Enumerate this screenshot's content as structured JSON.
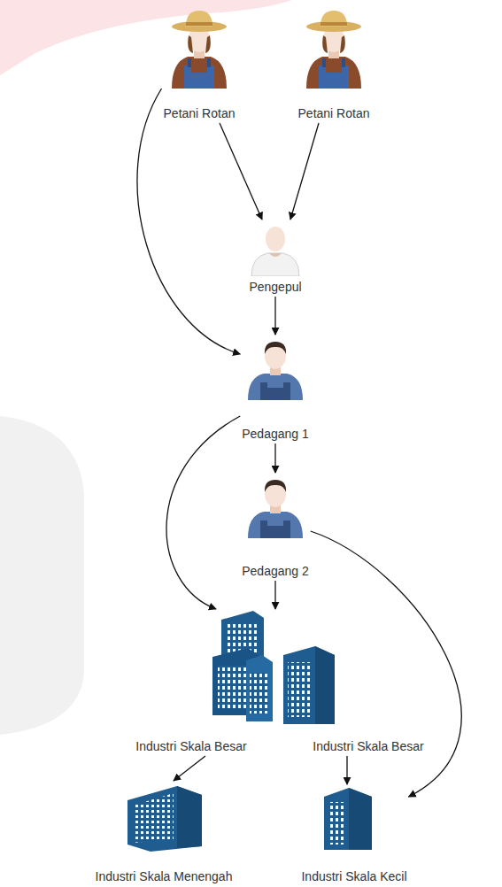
{
  "diagram": {
    "nodes": [
      {
        "text": [
          "Petani Rotan"
        ]
      },
      {
        "text": [
          "Petani Rotan"
        ]
      },
      {
        "text": [
          "Pengepul"
        ]
      },
      {
        "text": [
          "Pedagang 1"
        ]
      },
      {
        "text": [
          "Pedagang 2"
        ]
      },
      {
        "text": [
          "Industri Skala Besar"
        ]
      },
      {
        "text": [
          "Industri Skala Besar"
        ]
      },
      {
        "text": [
          "Industri Skala Menengah"
        ]
      },
      {
        "text": [
          "Industri Skala Kecil"
        ]
      }
    ],
    "edges": [
      {
        "from": 0,
        "to": 2,
        "arrow": "to"
      },
      {
        "from": 1,
        "to": 2,
        "arrow": "to"
      },
      {
        "from": 0,
        "to": 3,
        "arrow": "to"
      },
      {
        "from": 2,
        "to": 3,
        "arrow": "to"
      },
      {
        "from": 3,
        "to": 4,
        "arrow": "to"
      },
      {
        "from": 3,
        "to": 5,
        "arrow": "to"
      },
      {
        "from": 4,
        "to": 5,
        "arrow": "to"
      },
      {
        "from": 4,
        "to": 8,
        "arrow": "to"
      },
      {
        "from": 5,
        "to": 7,
        "arrow": "to"
      },
      {
        "from": 6,
        "to": 8,
        "arrow": "to"
      }
    ]
  }
}
